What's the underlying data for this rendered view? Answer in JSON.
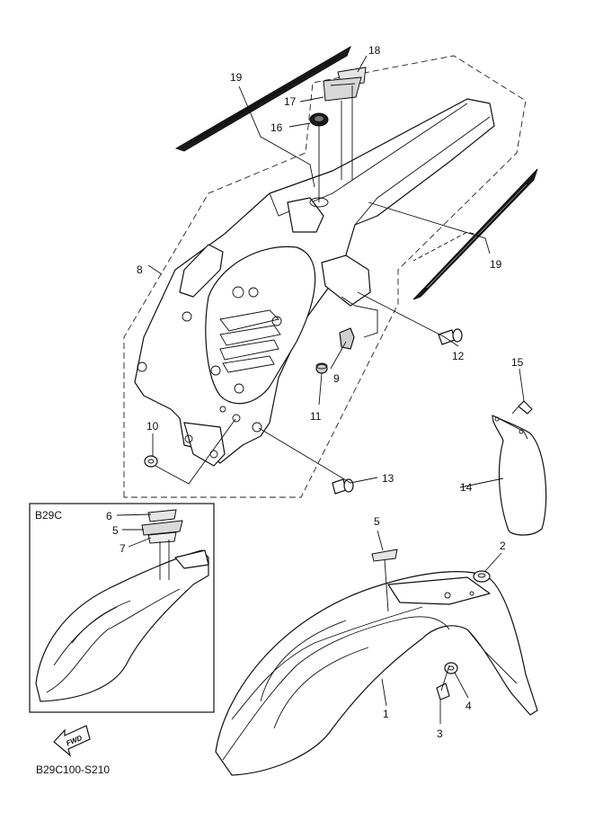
{
  "diagram_code": "B29C100-S210",
  "inset": {
    "title": "B29C"
  },
  "fwd_label": "FWD",
  "callouts": {
    "c1": "1",
    "c2": "2",
    "c3": "3",
    "c4": "4",
    "c5": "5",
    "c5i": "5",
    "c6": "6",
    "c7": "7",
    "c8": "8",
    "c9": "9",
    "c10": "10",
    "c11": "11",
    "c12": "12",
    "c13": "13",
    "c14": "14",
    "c15": "15",
    "c16": "16",
    "c17": "17",
    "c18": "18",
    "c19a": "19",
    "c19b": "19"
  },
  "colors": {
    "line": "#111111",
    "decal": "#1a1a1a",
    "background": "#ffffff"
  }
}
